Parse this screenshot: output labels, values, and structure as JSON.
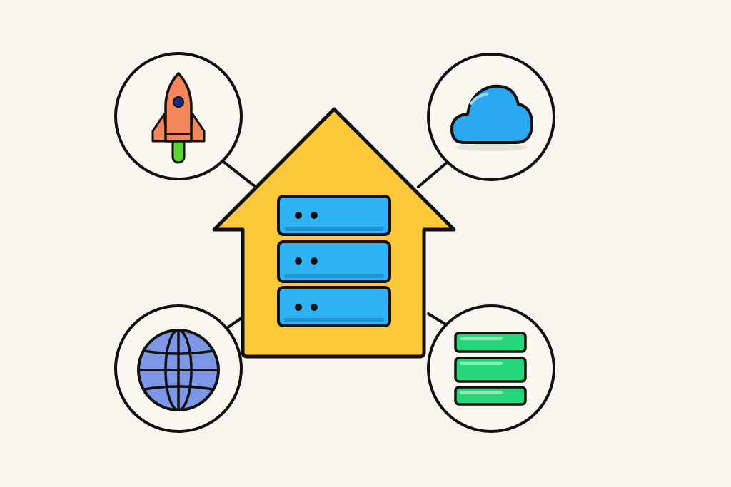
{
  "diagram": {
    "hub": "house-with-servers",
    "satellites": [
      "rocket",
      "cloud",
      "globe",
      "database-stack"
    ]
  },
  "colors": {
    "background": "#f8f4ed",
    "outline": "#111111",
    "house": "#fdc93b",
    "server": "#2eb2f2",
    "rocket_body": "#f2855a",
    "rocket_flame": "#5bd62e",
    "rocket_window": "#1d2a8a",
    "cloud": "#2aa8f0",
    "globe": "#7d97e6",
    "stack": "#25d67a",
    "circle_fill": "#fbf7f0"
  },
  "icons": {
    "top_left": "rocket-icon",
    "top_right": "cloud-icon",
    "bottom_left": "globe-icon",
    "bottom_right": "database-stack-icon",
    "center": "server-rack-icon"
  }
}
